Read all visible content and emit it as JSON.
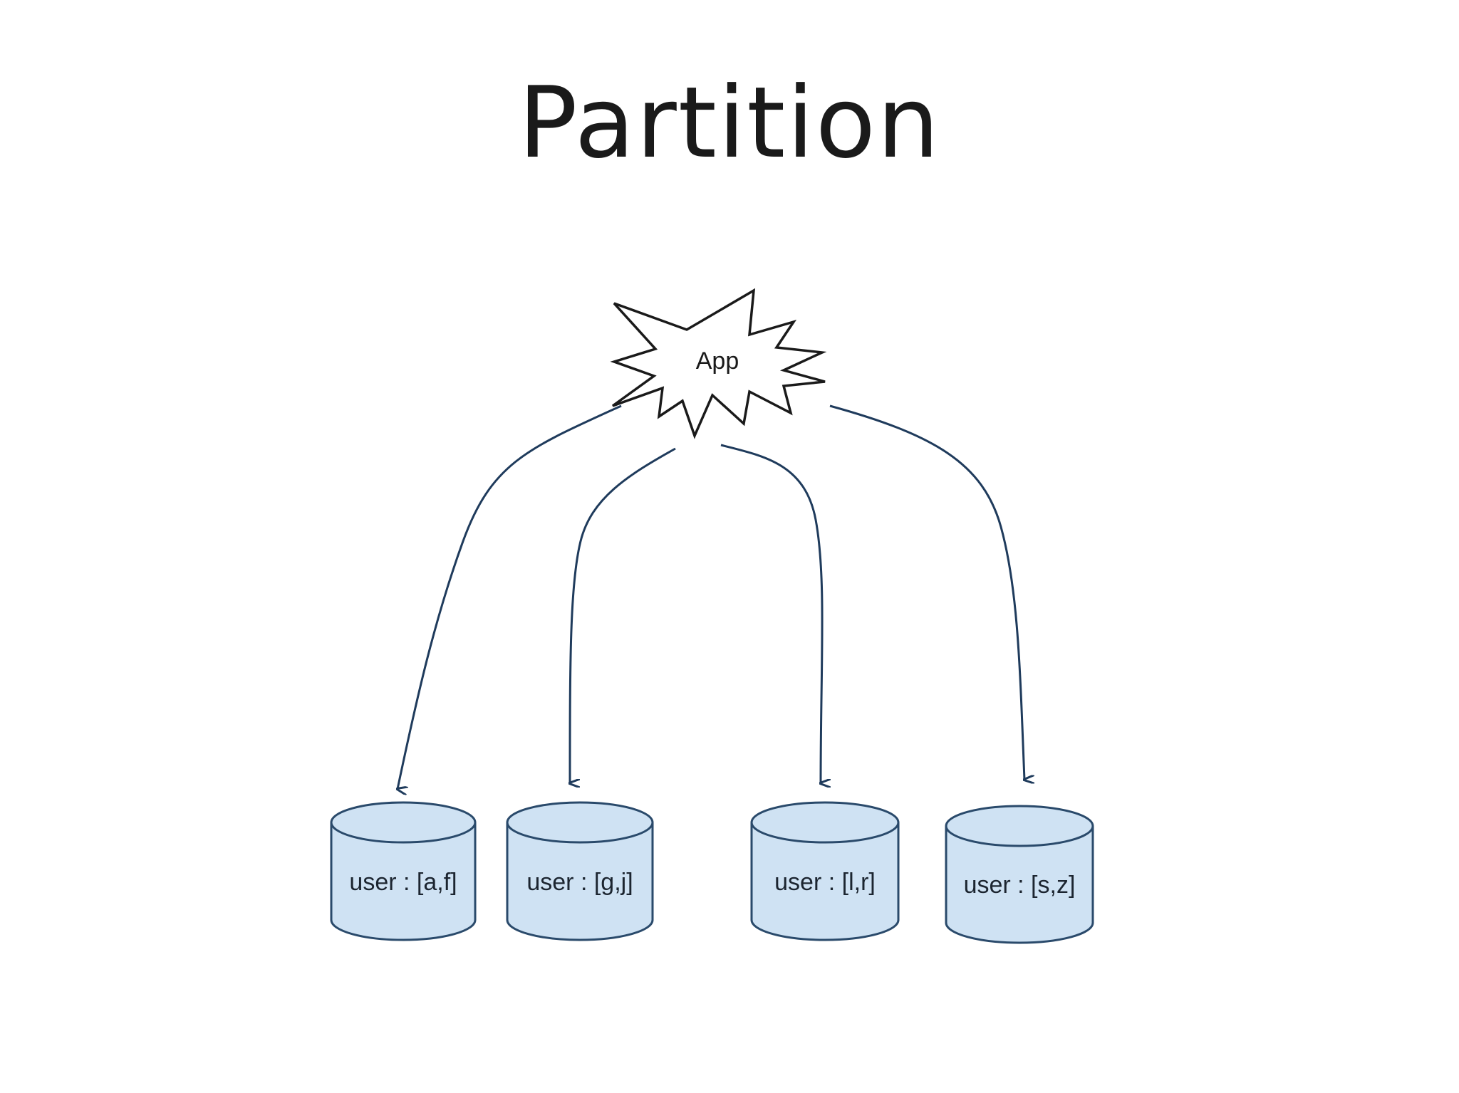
{
  "slide": {
    "title": "Partition"
  },
  "diagram": {
    "app_node": {
      "label": "App"
    },
    "partitions": [
      {
        "label": "user : [a,f]"
      },
      {
        "label": "user : [g,j]"
      },
      {
        "label": "user : [l,r]"
      },
      {
        "label": "user : [s,z]"
      }
    ]
  },
  "colors": {
    "cylinder_fill": "#cfe2f3",
    "cylinder_stroke": "#2a4a6b",
    "arrow": "#1f3b5c",
    "title": "#1a1a1a"
  }
}
